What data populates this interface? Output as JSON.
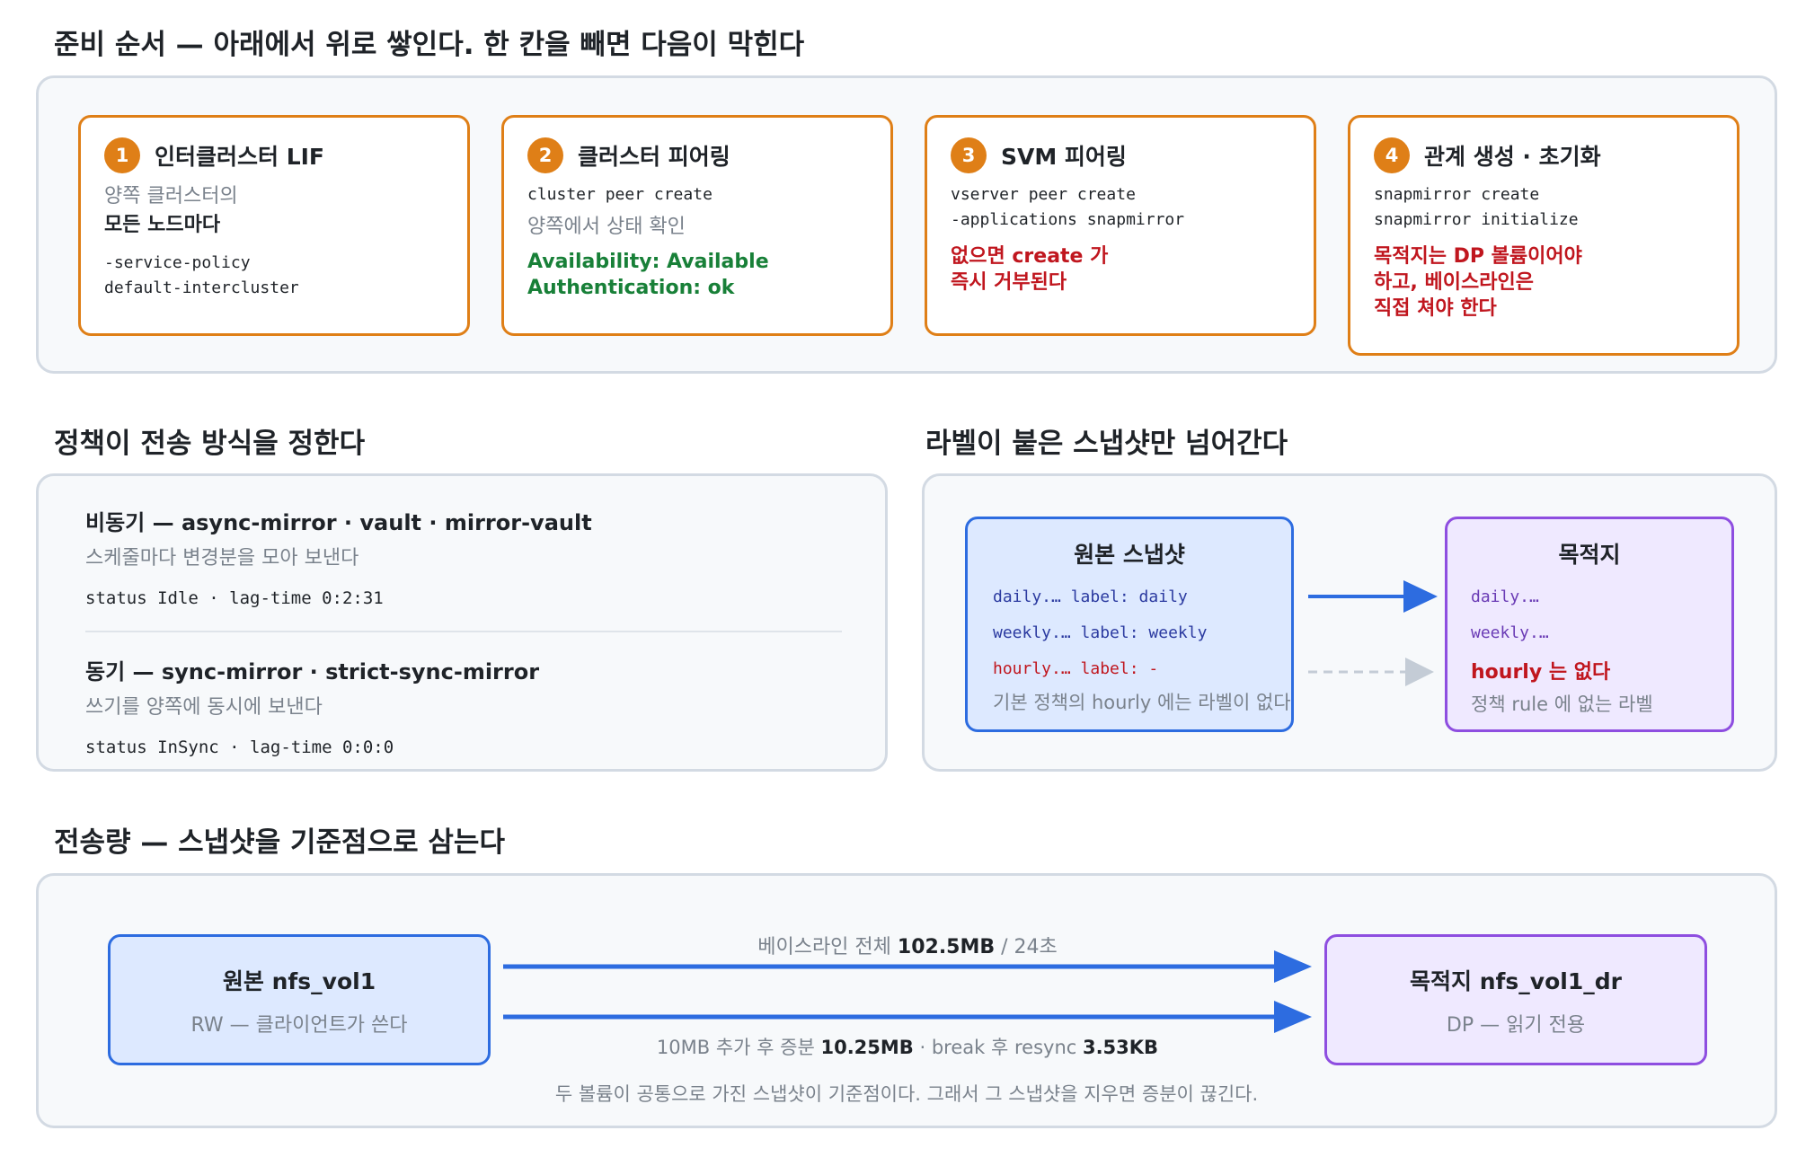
{
  "sections": {
    "prep_title": "준비 순서 — 아래에서 위로 쌓인다. 한 칸을 빼면 다음이 막힌다",
    "policy_title": "정책이 전송 방식을 정한다",
    "label_title": "라벨이 붙은 스냅샷만 넘어간다",
    "transfer_title": "전송량 — 스냅샷을 기준점으로 삼는다"
  },
  "steps": [
    {
      "num": "1",
      "title": "인터클러스터 LIF",
      "desc1": "양쪽 클러스터의",
      "desc2": "모든 노드마다",
      "code1": "-service-policy",
      "code2": "default-intercluster"
    },
    {
      "num": "2",
      "title": "클러스터 피어링",
      "code1": "cluster peer create",
      "desc1": "양쪽에서 상태 확인",
      "ok1": "Availability: Available",
      "ok2": "Authentication: ok"
    },
    {
      "num": "3",
      "title": "SVM 피어링",
      "code1": "vserver peer create",
      "code2": "-applications snapmirror",
      "warn1": "없으면 create 가",
      "warn2": "즉시 거부된다"
    },
    {
      "num": "4",
      "title": "관계 생성 · 초기화",
      "code1": "snapmirror create",
      "code2": "snapmirror initialize",
      "warn1": "목적지는 DP 볼륨이어야",
      "warn2": "하고, 베이스라인은",
      "warn3": "직접 쳐야 한다"
    }
  ],
  "policy": {
    "async_title": "비동기 — async-mirror · vault · mirror-vault",
    "async_desc": "스케줄마다 변경분을 모아 보낸다",
    "async_status": "status Idle · lag-time 0:2:31",
    "sync_title": "동기 — sync-mirror · strict-sync-mirror",
    "sync_desc": "쓰기를 양쪽에 동시에 보낸다",
    "sync_status": "status InSync · lag-time 0:0:0"
  },
  "labels": {
    "src_title": "원본 스냅샷",
    "src_lines": [
      "daily.… label: daily",
      "weekly.… label: weekly",
      "hourly.… label: -"
    ],
    "src_note": "기본 정책의 hourly 에는 라벨이 없다",
    "dst_title": "목적지",
    "dst_lines": [
      "daily.…",
      "weekly.…"
    ],
    "dst_missing": "hourly 는 없다",
    "dst_note": "정책 rule 에 없는 라벨"
  },
  "transfer": {
    "src_title": "원본 nfs_vol1",
    "src_sub": "RW — 클라이언트가 쓴다",
    "dst_title": "목적지 nfs_vol1_dr",
    "dst_sub": "DP — 읽기 전용",
    "baseline_prefix": "베이스라인 전체 ",
    "baseline_size": "102.5MB",
    "baseline_suffix": " / 24초",
    "incr_prefix": "10MB 추가 후 증분 ",
    "incr_size": "10.25MB",
    "incr_mid": " · break 후 resync ",
    "resync_size": "3.53KB",
    "footnote": "두 볼륨이 공통으로 가진 스냅샷이 기준점이다. 그래서 그 스냅샷을 지우면 증분이 끊긴다."
  },
  "colors": {
    "accent_orange": "#df7f17",
    "blue": "#2d6ce0",
    "purple": "#8e4ee0",
    "ok_green": "#188038",
    "warn_red": "#c0161e"
  }
}
